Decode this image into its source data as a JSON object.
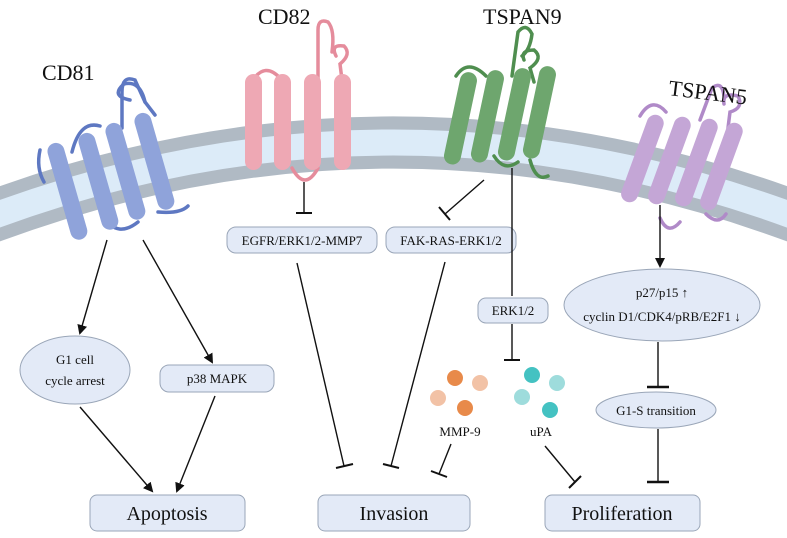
{
  "proteins": {
    "cd81": "CD81",
    "cd82": "CD82",
    "tspan9": "TSPAN9",
    "tspan5": "TSPAN5"
  },
  "pathways": {
    "egfr": "EGFR/ERK1/2-MMP7",
    "fak": "FAK-RAS-ERK1/2",
    "erk": "ERK1/2",
    "p38": "p38 MAPK",
    "g1_arrest_line1": "G1 cell",
    "g1_arrest_line2": "cycle arrest",
    "p27_line1": "p27/p15 ↑",
    "p27_line2": "cyclin D1/CDK4/pRB/E2F1 ↓",
    "g1s": "G1-S transition"
  },
  "molecules": {
    "mmp9": "MMP-9",
    "upa": "uPA"
  },
  "outcomes": {
    "apoptosis": "Apoptosis",
    "invasion": "Invasion",
    "proliferation": "Proliferation"
  },
  "colors": {
    "membrane_outer": "#b0bac4",
    "membrane_inner": "#dcebf8",
    "cd81": "#8fa3da",
    "cd82": "#eea8b4",
    "tspan9": "#6ea66e",
    "tspan5": "#c4a6d6",
    "box_fill": "#e3eaf7",
    "box_stroke": "#9aa6b8",
    "mmp9_dark": "#e88a4a",
    "mmp9_light": "#f2c2a6",
    "upa_dark": "#44c2c2",
    "upa_light": "#9edcdc"
  }
}
